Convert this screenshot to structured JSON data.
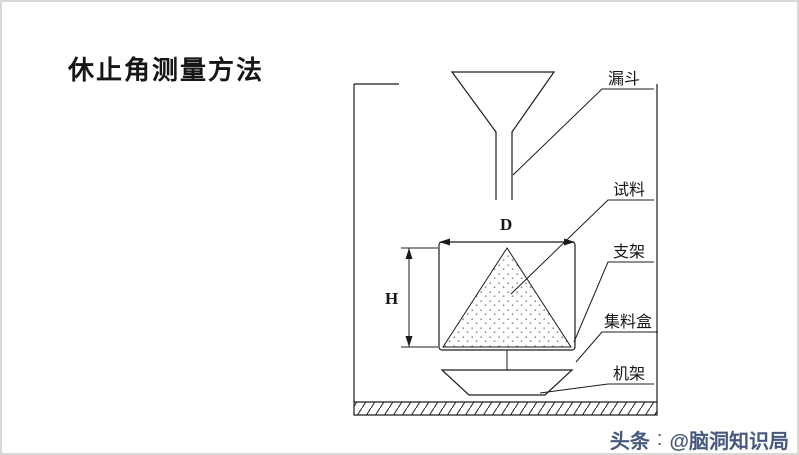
{
  "title": "休止角测量方法",
  "diagram": {
    "dimension_labels": {
      "width": "D",
      "height": "H"
    },
    "part_labels": {
      "funnel": "漏斗",
      "material": "试料",
      "support": "支架",
      "collection_box": "集料盒",
      "frame": "机架"
    }
  },
  "watermark": {
    "brand": "头条",
    "separator": ":",
    "handle": "@脑洞知识局"
  },
  "colors": {
    "line": "#1c1c1c",
    "dot_fill": "#909090",
    "watermark": "#46597d",
    "background": "#ffffff",
    "border": "#d9d9d9"
  }
}
